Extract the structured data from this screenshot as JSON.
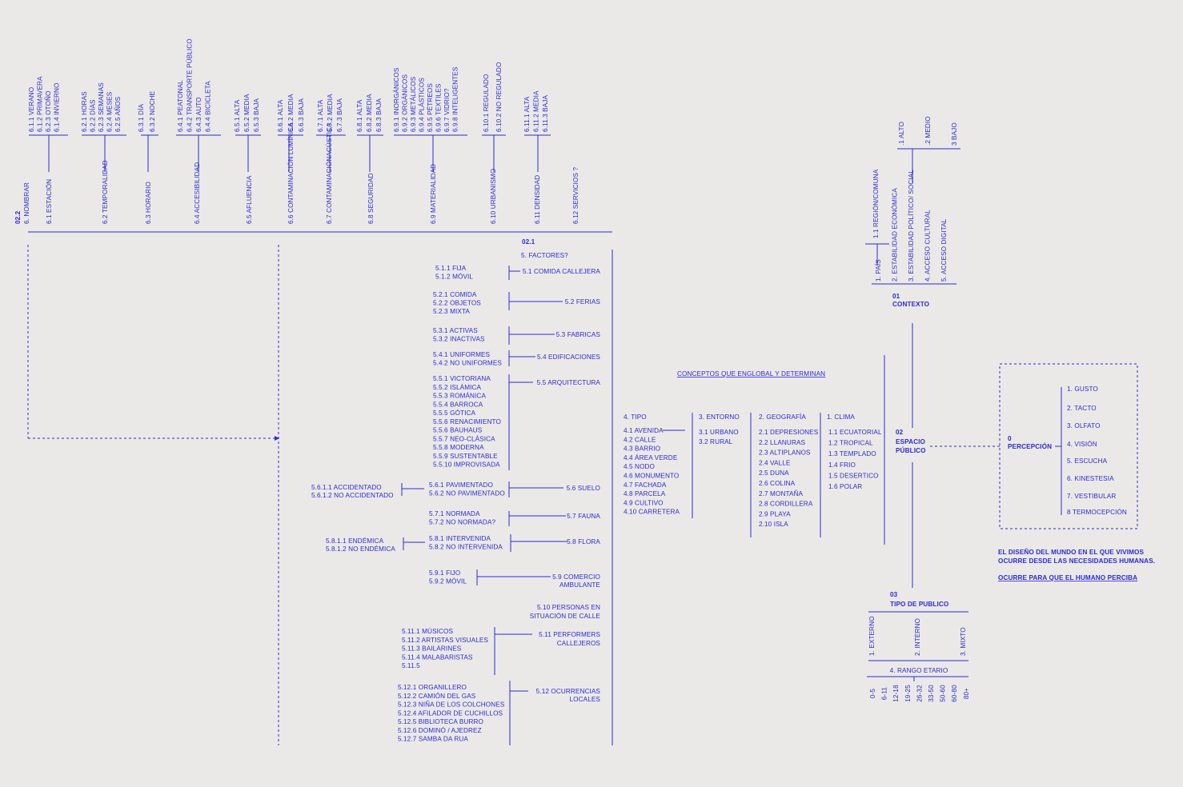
{
  "colors": {
    "background": "#ebe9e7",
    "ink": "#2b2bd6"
  },
  "section_022": {
    "code": "02.2",
    "title": "6. NOMBRAR",
    "factors": [
      {
        "label": "6.1 ESTACIÓN",
        "subs": [
          "6.1.1 VERANO",
          "6.1.2 PRIMAVERA",
          "6.2.3 OTOÑO",
          "6.1.4 INVIERNO"
        ]
      },
      {
        "label": "6.2 TEMPORALIDAD",
        "subs": [
          "6.2.1 HORAS",
          "6.2.2 DÍAS",
          "6.2.3 SEMANAS",
          "6.2.4 MESES",
          "6.2.5 AÑOS"
        ]
      },
      {
        "label": "6.3 HORARIO",
        "subs": [
          "6.3.1 DÍA",
          "6.3.2 NOCHE"
        ]
      },
      {
        "label": "6.4 ACCESIBILIDAD",
        "subs": [
          "6.4.1 PEATONAL",
          "6.4.2 TRANSPORTE PÚBLICO",
          "6.4.3 AUTO",
          "6.4.4 BICICLETA"
        ]
      },
      {
        "label": "6.5 AFLUENCIA",
        "subs": [
          "6.5.1 ALTA",
          "6.5.2 MEDIA",
          "6.5.3 BAJA"
        ]
      },
      {
        "label": "6.6 CONTAMINACIÓN LUMÍNICA",
        "subs": [
          "6.6.1 ALTA",
          "6.6.2 MEDIA",
          "6.6.3 BAJA"
        ]
      },
      {
        "label": "6.7 CONTAMINACIÓNACÚSTICA",
        "subs": [
          "6.7.1 ALTA",
          "6.7.2 MEDIA",
          "6.7.3 BAJA"
        ]
      },
      {
        "label": "6.8 SEGURIDAD",
        "subs": [
          "6.8.1 ALTA",
          "6.8.2 MEDIA",
          "6.8.3 BAJA"
        ]
      },
      {
        "label": "6.9 MATERIALIDAD",
        "subs": [
          "6.9.1 INORGÁNICOS",
          "6.9.2 ORGÁNICOS",
          "6.9.3 METÁLICOS",
          "6.9.4 PLÁSTICOS",
          "6.9.5 PÉTREOS",
          "6.9.6 TEXTILES",
          "6.9.7 VIDRIO?",
          "6.9.8 INTELIGENTES"
        ]
      },
      {
        "label": "6.10 URBANISMO",
        "subs": [
          "6.10.1 REGULADO",
          "6.10.2 NO REGULADO"
        ]
      },
      {
        "label": "6.11 DENSIDAD",
        "subs": [
          "6.11.1 ALTA",
          "6.11.2 MEDIA",
          "6.11.3 BAJA"
        ]
      },
      {
        "label": "6.12 SERVICIOS ?",
        "subs": []
      }
    ]
  },
  "section_021": {
    "code": "02.1",
    "title": "5. FACTORES?",
    "items": [
      {
        "label": "5.1 COMIDA CALLEJERA",
        "subs": [
          "5.1.1 FIJA",
          "5.1.2  MÓVIL"
        ]
      },
      {
        "label": "5.2 FERIAS",
        "subs": [
          "5.2.1 COMIDA",
          "5.2.2  OBJETOS",
          "5.2.3 MIXTA"
        ]
      },
      {
        "label": "5.3 FABRICAS",
        "subs": [
          "5.3.1 ACTIVAS",
          "5.3.2 INACTIVAS"
        ]
      },
      {
        "label": "5.4 EDIFICACIONES",
        "subs": [
          "5.4.1 UNIFORMES",
          "5.4.2 NO UNIFORMES"
        ]
      },
      {
        "label": "5.5 ARQUITECTURA",
        "subs": [
          "5.5.1 VICTORIANA",
          "5.5.2 ISLÁMICA",
          "5.5.3 ROMÁNICA",
          "5.5.4 BARROCA",
          "5.5.5 GÓTICA",
          "5.5.6 RENACIMIENTO",
          "5.5.6 BAUHAUS",
          "5.5.7 NEO-CLÁSICA",
          "5.5.8 MODERNA",
          "5.5.9 SUSTENTABLE",
          "5.5.10 IMPROVISADA"
        ]
      },
      {
        "label": "5.6 SUELO",
        "subs": [
          "5.6.1 PAVIMENTADO",
          "5.6.2 NO PAVIMENTADO"
        ],
        "subsubs": [
          "5.6.1.1 ACCIDENTADO",
          "5.6.1.2 NO ACCIDENTADO"
        ]
      },
      {
        "label": "5.7 FAUNA",
        "subs": [
          "5.7.1 NORMADA",
          "5.7.2 NO NORMADA?"
        ]
      },
      {
        "label": "5.8 FLORA",
        "subs": [
          "5.8.1 INTERVENIDA",
          "5.8.2 NO INTERVENIDA"
        ],
        "subsubs": [
          "5.8.1.1 ENDÉMICA",
          "5.8.1.2 NO ENDÉMICA"
        ]
      },
      {
        "label": [
          "5.9 COMERCIO",
          "AMBULANTE"
        ],
        "subs": [
          "5.9.1 FIJO",
          "5.9.2  MÓVIL"
        ]
      },
      {
        "label": [
          "5.10  PERSONAS EN",
          "SITUACIÓN DE CALLE"
        ],
        "subs": []
      },
      {
        "label": [
          "5.11   PERFORMERS",
          "CALLEJEROS"
        ],
        "subs": [
          "5.11.1 MÚSICOS",
          "5.11.2 ARTISTAS VISUALES",
          "5.11.3 BAILARINES",
          "5.11.4 MALABARISTAS",
          "5.11.5"
        ]
      },
      {
        "label": [
          "5.12 OCURRENCIAS",
          "LOCALES"
        ],
        "subs": [
          "5.12.1 ORGANILLERO",
          "5.12.2 CAMIÓN DEL GAS",
          "5.12.3 NIÑA DE LOS COLCHONES",
          "5.12.4 AFILADOR DE CUCHILLOS",
          "5.12.5 BIBLIOTECA BURRO",
          "5.12.6 DOMINÓ / AJEDREZ",
          "5.12.7 SAMBA DA RUA"
        ]
      }
    ]
  },
  "concepts": {
    "heading": "CONCEPTOS QUE ENGLOBAL Y DETERMINAN",
    "tipo": {
      "title": "4. TIPO",
      "items": [
        "4.1 AVENIDA",
        "4.2 CALLE",
        "4.3 BARRIO",
        "4.4 ÁREA VERDE",
        "4.5 NODO",
        "4.6 MONUMENTO",
        "4.7 FACHADA",
        "4.8 PARCELA",
        "4.9 CULTIVO",
        "4.10 CARRETERA"
      ]
    },
    "entorno": {
      "title": "3. ENTORNO",
      "items": [
        "3.1 URBANO",
        "3.2 RURAL"
      ]
    },
    "geografia": {
      "title": "2. GEOGRAFÍA",
      "items": [
        "2.1 DEPRESIONES",
        "2.2 LLANURAS",
        "2.3 ALTIPLANOS",
        "2.4 VALLE",
        "2.5 DUNA",
        "2.6 COLINA",
        "2.7 MONTAÑA",
        "2.8 CORDILLERA",
        "2.9 PLAYA",
        "2.10 ISLA"
      ]
    },
    "clima": {
      "title": "1. CLIMA",
      "items": [
        "1.1 ECUATORIAL",
        "1.2 TROPICAL",
        "1.3 TEMPLADO",
        "1.4 FRIO",
        "1.5 DESERTICO",
        "1.6 POLAR"
      ]
    }
  },
  "espacio": {
    "code": "02",
    "line1": "ESPACIO",
    "line2": "PÚBLICO"
  },
  "contexto": {
    "code": "01",
    "title": "CONTEXTO",
    "items": [
      "1. PAÍS",
      "2. ESTABILIDAD ECONÓMICA",
      "3. ESTABILIDAD POLÍTICO/ SOCIAL",
      "4. ACCESO CULTURAL",
      "5. ACCESO DIGITAL"
    ],
    "pais_sub": "1.1 REGIÓN/COMUNA",
    "levels": [
      ".1 ALTO",
      ".2 MEDIO",
      "3 BAJO"
    ]
  },
  "publico": {
    "code": "03",
    "title": "TIPO DE PUBLICO",
    "types": [
      "1. EXTERNO",
      "2. INTERNO",
      "3. MIXTO"
    ],
    "rango_title": "4. RANGO ETARIO",
    "ranges": [
      "0-5",
      "6-11",
      "12-18",
      "19-25",
      "26-32",
      "33-50",
      "50-60",
      "60-80",
      "80+"
    ]
  },
  "percepcion": {
    "code": "0",
    "title": "PERCEPCIÓN",
    "senses": [
      "1. GUSTO",
      "2. TACTO",
      "3. OLFATO",
      "4. VISIÓN",
      "5. ESCUCHA",
      "6. KINESTESIA",
      "7. VESTIBULAR",
      "8 TERMOCEPCIÓN"
    ]
  },
  "notes": {
    "line1": "EL DISEÑO DEL MUNDO EN EL QUE VIVIMOS",
    "line2": "OCURRE DESDE LAS NECESIDADES HUMANAS.",
    "line3": "OCURRE PARA QUE EL HUMANO PERCIBA"
  }
}
